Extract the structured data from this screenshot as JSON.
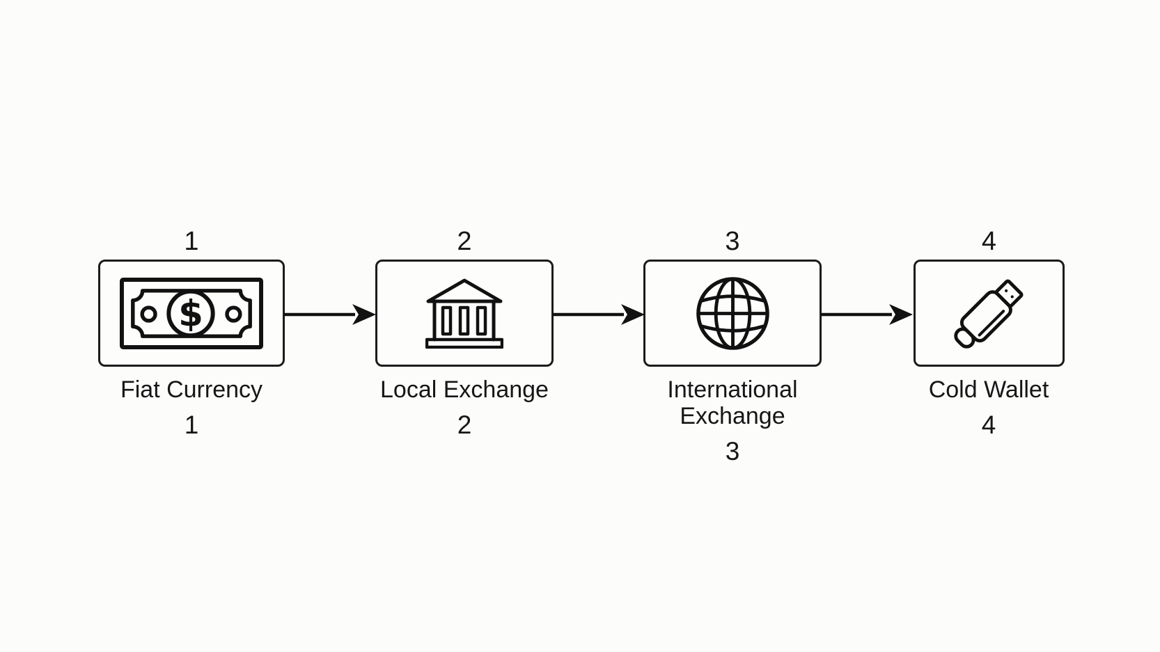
{
  "colors": {
    "background": "#fcfcfb",
    "ink": "#141414"
  },
  "flow": {
    "steps": [
      {
        "number": "1",
        "label": "Fiat Currency",
        "icon": "banknote-icon"
      },
      {
        "number": "2",
        "label": "Local Exchange",
        "icon": "bank-building-icon"
      },
      {
        "number": "3",
        "label": "International Exchange",
        "icon": "globe-icon"
      },
      {
        "number": "4",
        "label": "Cold Wallet",
        "icon": "usb-drive-icon"
      }
    ],
    "arrows": [
      {
        "from": "Fiat Currency",
        "to": "Local Exchange"
      },
      {
        "from": "Local Exchange",
        "to": "International Exchange"
      },
      {
        "from": "International Exchange",
        "to": "Cold Wallet"
      }
    ]
  }
}
